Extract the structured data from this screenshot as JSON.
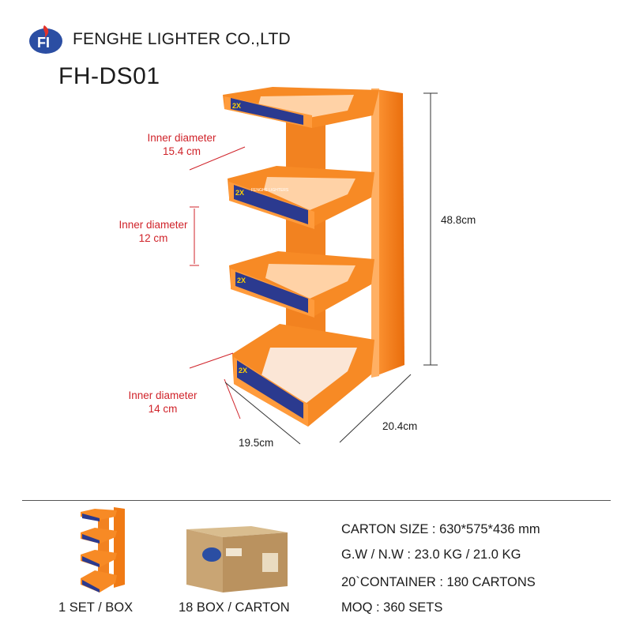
{
  "header": {
    "company": "FENGHE LIGHTER CO.,LTD",
    "model": "FH-DS01"
  },
  "annotations": {
    "top_inner": {
      "label": "Inner diameter",
      "value": "15.4 cm"
    },
    "mid_inner": {
      "label": "Inner diameter",
      "value": "12 cm"
    },
    "bottom_inner": {
      "label": "Inner diameter",
      "value": "14 cm"
    }
  },
  "dimensions": {
    "height": "48.8cm",
    "depth": "20.4cm",
    "width": "19.5cm"
  },
  "product_label": {
    "badge": "2X",
    "brand": "FENGHE LIGHTERS"
  },
  "colors": {
    "rack_orange": "#f77f1a",
    "label_blue": "#2b3a8f",
    "annotation_red": "#d0232a"
  },
  "footer": {
    "set_caption": "1 SET / BOX",
    "carton_caption": "18 BOX / CARTON",
    "specs": [
      "CARTON SIZE : 630*575*436 mm",
      "G.W / N.W : 23.0 KG / 21.0 KG",
      "20`CONTAINER : 180 CARTONS",
      "MOQ : 360 SETS"
    ]
  }
}
